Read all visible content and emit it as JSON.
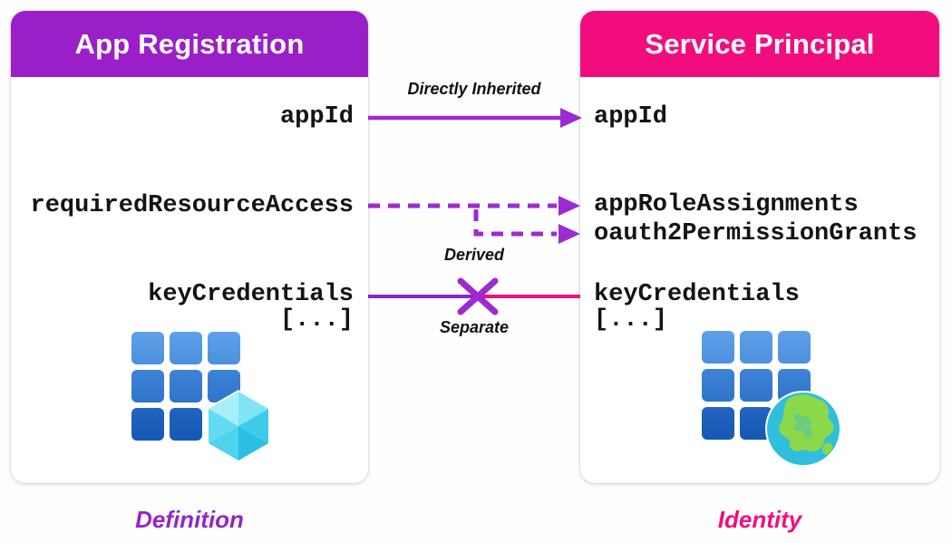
{
  "left_card": {
    "title": "App Registration",
    "header_color": "#9A1FC8",
    "field_app_id": "appId",
    "field_required_resource_access": "requiredResourceAccess",
    "field_key_credentials": "keyCredentials",
    "field_ellipsis": "[...]",
    "icon": "app-registration-grid-cube-icon",
    "footer_label": "Definition",
    "footer_color": "#9327C6"
  },
  "right_card": {
    "title": "Service Principal",
    "header_color": "#F20D7F",
    "field_app_id": "appId",
    "field_app_role_assignments": "appRoleAssignments",
    "field_oauth2_permission_grants": "oauth2PermissionGrants",
    "field_key_credentials": "keyCredentials",
    "field_ellipsis": "[...]",
    "icon": "service-principal-grid-globe-icon",
    "footer_label": "Identity",
    "footer_color": "#F20D7F"
  },
  "connectors": {
    "directly_inherited": {
      "label": "Directly Inherited",
      "line_style": "solid",
      "color": "#9C2BD1"
    },
    "derived": {
      "label": "Derived",
      "line_style": "dashed",
      "color": "#9C2BD1"
    },
    "separate": {
      "label": "Separate",
      "from_color": "#8E24C8",
      "to_color": "#F20D7F",
      "x_mark_color": "#9C2BD1"
    }
  },
  "icon_colors": {
    "grid_blue_top": "#5FA0E8",
    "grid_blue_bottom": "#1459B4",
    "cube_cyan": "#4FD2EE",
    "globe_sea": "#2FBEDC",
    "globe_land": "#8BD84B"
  },
  "text_color": "#141414"
}
